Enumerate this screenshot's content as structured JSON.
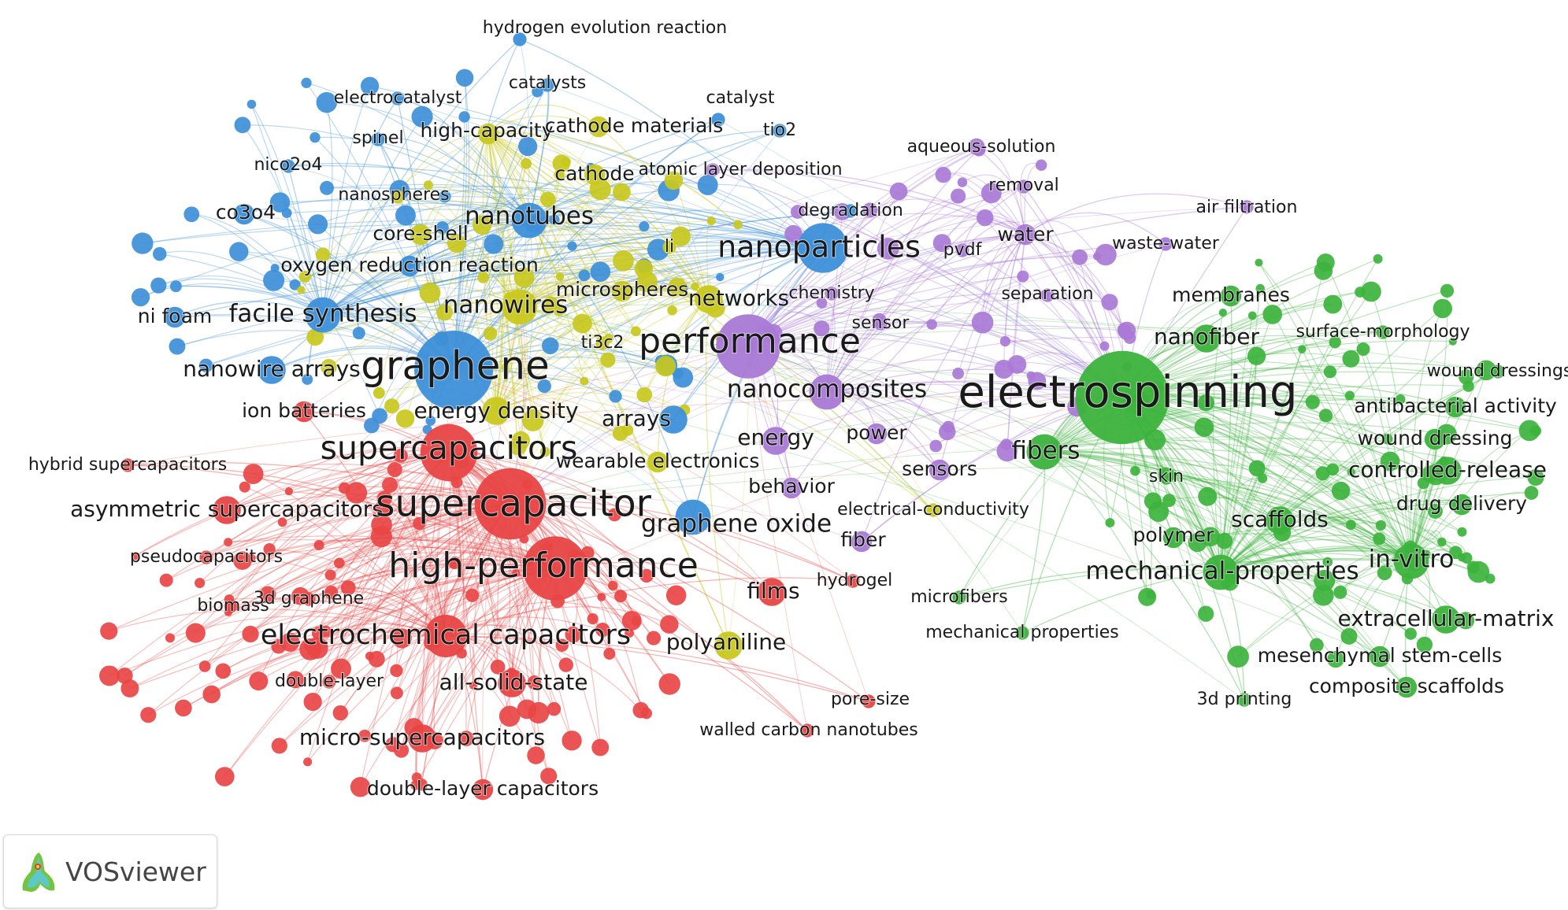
{
  "app": {
    "name": "VOSviewer"
  },
  "clusters": {
    "red": "#e84545",
    "green": "#3cb33c",
    "blue": "#3d8fd8",
    "yellow": "#c8c81e",
    "purple": "#a979d6"
  },
  "graph": {
    "nodes": [
      {
        "label": "hydrogen evolution reaction",
        "cluster": "blue",
        "w": 1
      },
      {
        "label": "catalysts",
        "cluster": "blue",
        "w": 1
      },
      {
        "label": "catalyst",
        "cluster": "blue",
        "w": 1
      },
      {
        "label": "electrocatalyst",
        "cluster": "blue",
        "w": 1
      },
      {
        "label": "spinel",
        "cluster": "blue",
        "w": 1
      },
      {
        "label": "tio2",
        "cluster": "blue",
        "w": 1
      },
      {
        "label": "nico2o4",
        "cluster": "blue",
        "w": 1
      },
      {
        "label": "co3o4",
        "cluster": "blue",
        "w": 2
      },
      {
        "label": "nanotubes",
        "cluster": "blue",
        "w": 4
      },
      {
        "label": "oxygen reduction reaction",
        "cluster": "blue",
        "w": 2
      },
      {
        "label": "ni foam",
        "cluster": "blue",
        "w": 2
      },
      {
        "label": "facile synthesis",
        "cluster": "blue",
        "w": 4
      },
      {
        "label": "nanowire arrays",
        "cluster": "blue",
        "w": 3
      },
      {
        "label": "graphene",
        "cluster": "blue",
        "w": 10
      },
      {
        "label": "nanoparticles",
        "cluster": "blue",
        "w": 6
      },
      {
        "label": "arrays",
        "cluster": "blue",
        "w": 3
      },
      {
        "label": "graphene oxide",
        "cluster": "blue",
        "w": 4
      },
      {
        "label": "degradation",
        "cluster": "blue",
        "w": 1
      },
      {
        "label": "high-capacity",
        "cluster": "yellow",
        "w": 2
      },
      {
        "label": "cathode materials",
        "cluster": "yellow",
        "w": 2
      },
      {
        "label": "cathode",
        "cluster": "yellow",
        "w": 2
      },
      {
        "label": "nanospheres",
        "cluster": "yellow",
        "w": 1
      },
      {
        "label": "core-shell",
        "cluster": "yellow",
        "w": 2
      },
      {
        "label": "nanowires",
        "cluster": "yellow",
        "w": 4
      },
      {
        "label": "li",
        "cluster": "yellow",
        "w": 1
      },
      {
        "label": "microspheres",
        "cluster": "yellow",
        "w": 2
      },
      {
        "label": "networks",
        "cluster": "yellow",
        "w": 3
      },
      {
        "label": "ti3c2",
        "cluster": "yellow",
        "w": 1
      },
      {
        "label": "energy density",
        "cluster": "yellow",
        "w": 3
      },
      {
        "label": "wearable electronics",
        "cluster": "yellow",
        "w": 2
      },
      {
        "label": "polyaniline",
        "cluster": "yellow",
        "w": 3
      },
      {
        "label": "electrical-conductivity",
        "cluster": "yellow",
        "w": 1
      },
      {
        "label": "atomic layer deposition",
        "cluster": "purple",
        "w": 1
      },
      {
        "label": "aqueous-solution",
        "cluster": "purple",
        "w": 1
      },
      {
        "label": "removal",
        "cluster": "purple",
        "w": 1
      },
      {
        "label": "air filtration",
        "cluster": "purple",
        "w": 1
      },
      {
        "label": "water",
        "cluster": "purple",
        "w": 2
      },
      {
        "label": "waste-water",
        "cluster": "purple",
        "w": 1
      },
      {
        "label": "pvdf",
        "cluster": "purple",
        "w": 1
      },
      {
        "label": "separation",
        "cluster": "purple",
        "w": 1
      },
      {
        "label": "chemistry",
        "cluster": "purple",
        "w": 1
      },
      {
        "label": "sensor",
        "cluster": "purple",
        "w": 1
      },
      {
        "label": "performance",
        "cluster": "purple",
        "w": 8
      },
      {
        "label": "nanocomposites",
        "cluster": "purple",
        "w": 4
      },
      {
        "label": "energy",
        "cluster": "purple",
        "w": 3
      },
      {
        "label": "power",
        "cluster": "purple",
        "w": 2
      },
      {
        "label": "sensors",
        "cluster": "purple",
        "w": 2
      },
      {
        "label": "behavior",
        "cluster": "purple",
        "w": 2
      },
      {
        "label": "fiber",
        "cluster": "purple",
        "w": 2
      },
      {
        "label": "films",
        "cluster": "red",
        "w": 3
      },
      {
        "label": "hydrogel",
        "cluster": "red",
        "w": 1
      },
      {
        "label": "microfibers",
        "cluster": "green",
        "w": 1
      },
      {
        "label": "mechanical properties",
        "cluster": "green",
        "w": 1
      },
      {
        "label": "pore-size",
        "cluster": "red",
        "w": 1
      },
      {
        "label": "walled carbon nanotubes",
        "cluster": "red",
        "w": 1
      },
      {
        "label": "ion batteries",
        "cluster": "red",
        "w": 2
      },
      {
        "label": "hybrid supercapacitors",
        "cluster": "red",
        "w": 1
      },
      {
        "label": "supercapacitors",
        "cluster": "red",
        "w": 7
      },
      {
        "label": "asymmetric supercapacitors",
        "cluster": "red",
        "w": 3
      },
      {
        "label": "supercapacitor",
        "cluster": "red",
        "w": 9
      },
      {
        "label": "pseudocapacitors",
        "cluster": "red",
        "w": 1
      },
      {
        "label": "high-performance",
        "cluster": "red",
        "w": 8
      },
      {
        "label": "biomass",
        "cluster": "red",
        "w": 1
      },
      {
        "label": "3d graphene",
        "cluster": "red",
        "w": 1
      },
      {
        "label": "electrochemical capacitors",
        "cluster": "red",
        "w": 5
      },
      {
        "label": "double-layer",
        "cluster": "red",
        "w": 1
      },
      {
        "label": "all-solid-state",
        "cluster": "red",
        "w": 3
      },
      {
        "label": "micro-supercapacitors",
        "cluster": "red",
        "w": 3
      },
      {
        "label": "double-layer capacitors",
        "cluster": "red",
        "w": 2
      },
      {
        "label": "electrospinning",
        "cluster": "green",
        "w": 12
      },
      {
        "label": "fibers",
        "cluster": "green",
        "w": 4
      },
      {
        "label": "skin",
        "cluster": "green",
        "w": 1
      },
      {
        "label": "polymer",
        "cluster": "green",
        "w": 2
      },
      {
        "label": "membranes",
        "cluster": "green",
        "w": 2
      },
      {
        "label": "nanofiber",
        "cluster": "green",
        "w": 3
      },
      {
        "label": "surface-morphology",
        "cluster": "green",
        "w": 1
      },
      {
        "label": "wound dressings",
        "cluster": "green",
        "w": 1
      },
      {
        "label": "antibacterial activity",
        "cluster": "green",
        "w": 2
      },
      {
        "label": "wound dressing",
        "cluster": "green",
        "w": 2
      },
      {
        "label": "controlled-release",
        "cluster": "green",
        "w": 3
      },
      {
        "label": "drug delivery",
        "cluster": "green",
        "w": 2
      },
      {
        "label": "scaffolds",
        "cluster": "green",
        "w": 3
      },
      {
        "label": "in-vitro",
        "cluster": "green",
        "w": 4
      },
      {
        "label": "mechanical-properties",
        "cluster": "green",
        "w": 4
      },
      {
        "label": "extracellular-matrix",
        "cluster": "green",
        "w": 3
      },
      {
        "label": "mesenchymal stem-cells",
        "cluster": "green",
        "w": 2
      },
      {
        "label": "composite scaffolds",
        "cluster": "green",
        "w": 2
      },
      {
        "label": "3d printing",
        "cluster": "green",
        "w": 1
      }
    ]
  }
}
